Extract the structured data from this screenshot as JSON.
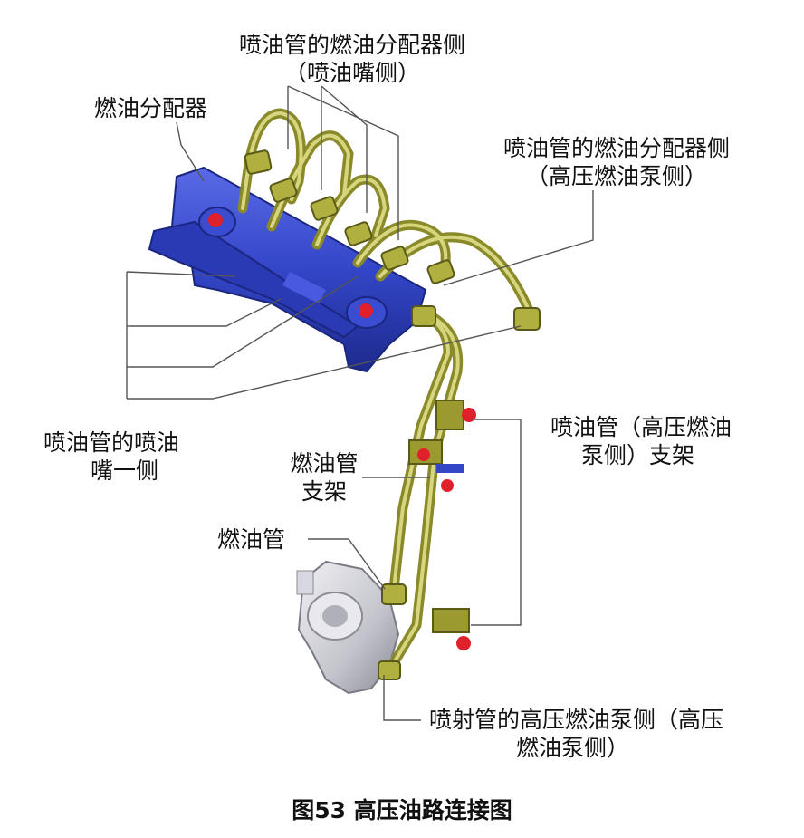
{
  "labels": {
    "injector_distributor_side": {
      "line1": "喷油管的燃油分配器侧",
      "line2": "（喷油嘴侧）"
    },
    "fuel_distributor": "燃油分配器",
    "pump_distributor_side": {
      "line1": "喷油管的燃油分配器侧",
      "line2": "（高压燃油泵侧）"
    },
    "injector_nozzle_side": {
      "line1": "喷油管的喷油",
      "line2": "嘴一侧"
    },
    "fuel_pipe_bracket": {
      "line1": "燃油管",
      "line2": "支架"
    },
    "fuel_pipe": "燃油管",
    "pipe_pump_bracket": {
      "line1": "喷油管（高压燃油",
      "line2": "泵侧）支架"
    },
    "pump_side": {
      "line1": "喷射管的高压燃油泵侧（高压",
      "line2": "燃油泵侧）"
    }
  },
  "caption": "图53 高压油路连接图",
  "colors": {
    "rail": "#3346c8",
    "rail_dark": "#1d2a8c",
    "pipe": "#9a9a2c",
    "pipe_light": "#d2d27a",
    "connector": "#e0202a",
    "pump": "#c8c8d0",
    "leader": "#555555"
  }
}
